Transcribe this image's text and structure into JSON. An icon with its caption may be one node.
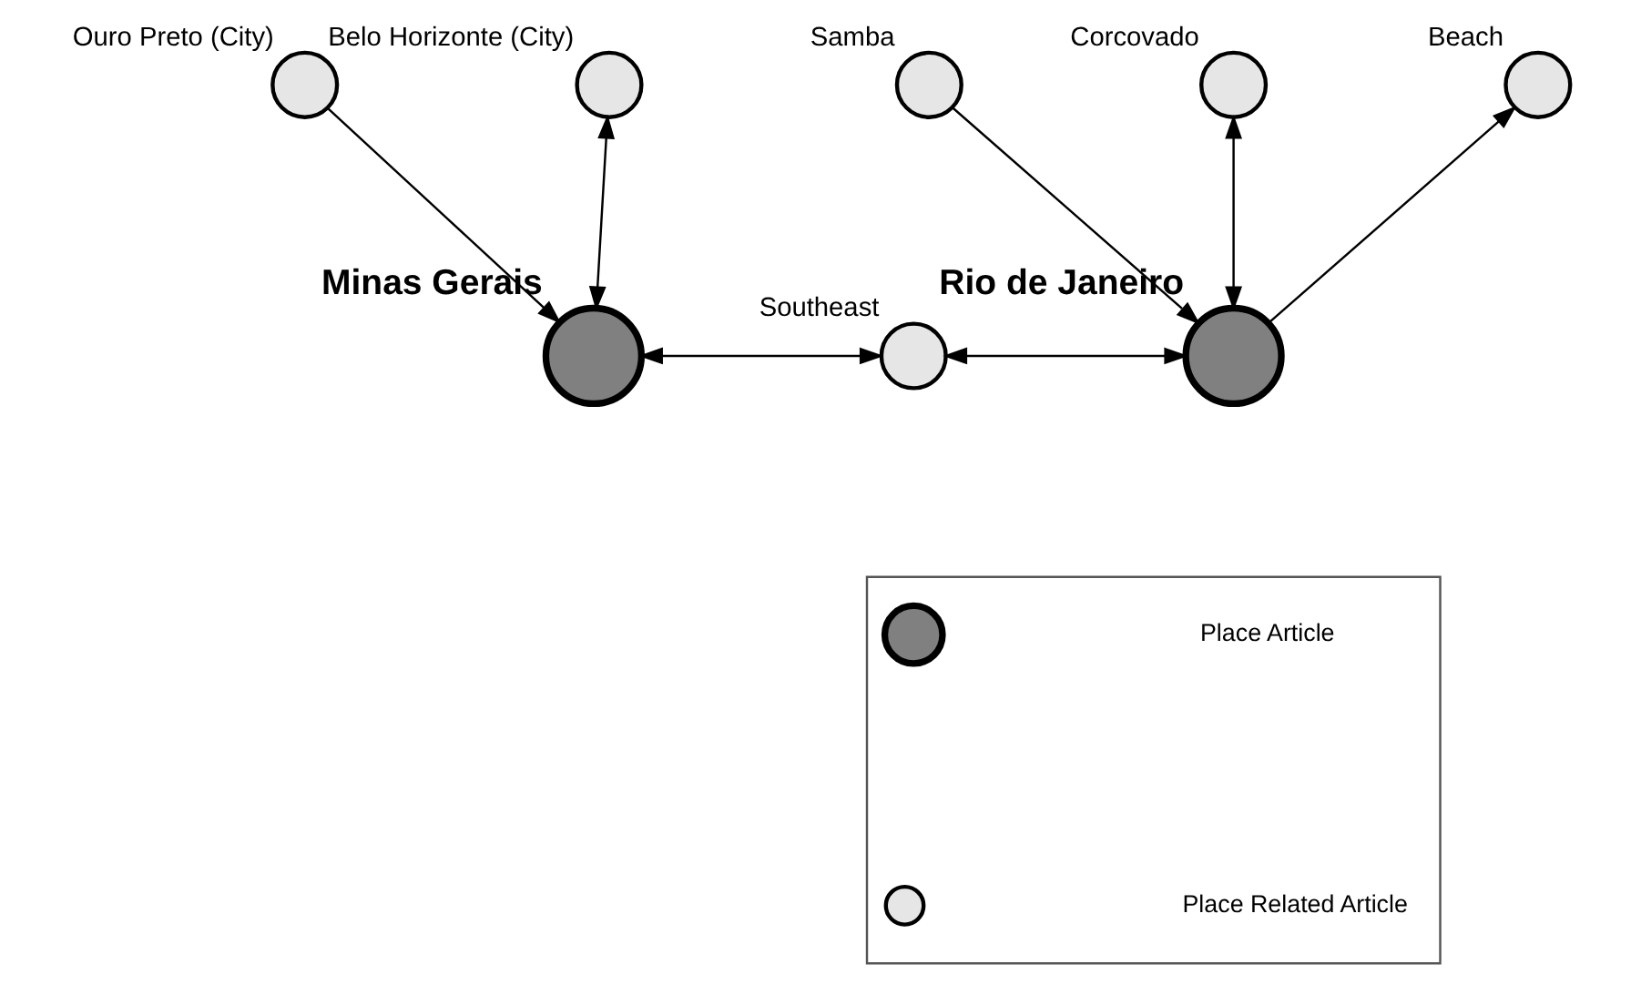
{
  "diagram": {
    "nodes": [
      {
        "text": [
          "Ouro Preto (City)"
        ]
      },
      {
        "text": [
          "Belo Horizonte (City)"
        ]
      },
      {
        "text": [
          "Samba"
        ]
      },
      {
        "text": [
          "Beach"
        ]
      },
      {
        "text": [
          "Corcovado"
        ]
      },
      {
        "text": [
          "Southeast"
        ]
      },
      {
        "text": [
          "Minas Gerais"
        ]
      },
      {
        "text": [
          "Rio de Janeiro"
        ]
      },
      {
        "text": [],
        "shape": "box"
      },
      {
        "text": [],
        "shape": "circle",
        "in": 8
      },
      {
        "text": [],
        "shape": "circle",
        "in": 8
      }
    ],
    "edges": [
      {
        "from": 0,
        "to": 6,
        "arrow": "to"
      },
      {
        "from": 1,
        "to": 6,
        "arrow": "both"
      },
      {
        "from": 6,
        "to": 5,
        "arrow": "both"
      },
      {
        "from": 5,
        "to": 7,
        "arrow": "both"
      },
      {
        "from": 2,
        "to": 7,
        "arrow": "to"
      },
      {
        "from": 7,
        "to": 3,
        "arrow": "to"
      },
      {
        "from": 4,
        "to": 7,
        "arrow": "both"
      }
    ],
    "legend": [
      {
        "text": "Place Article"
      },
      {
        "text": "Place Related Article"
      }
    ]
  }
}
